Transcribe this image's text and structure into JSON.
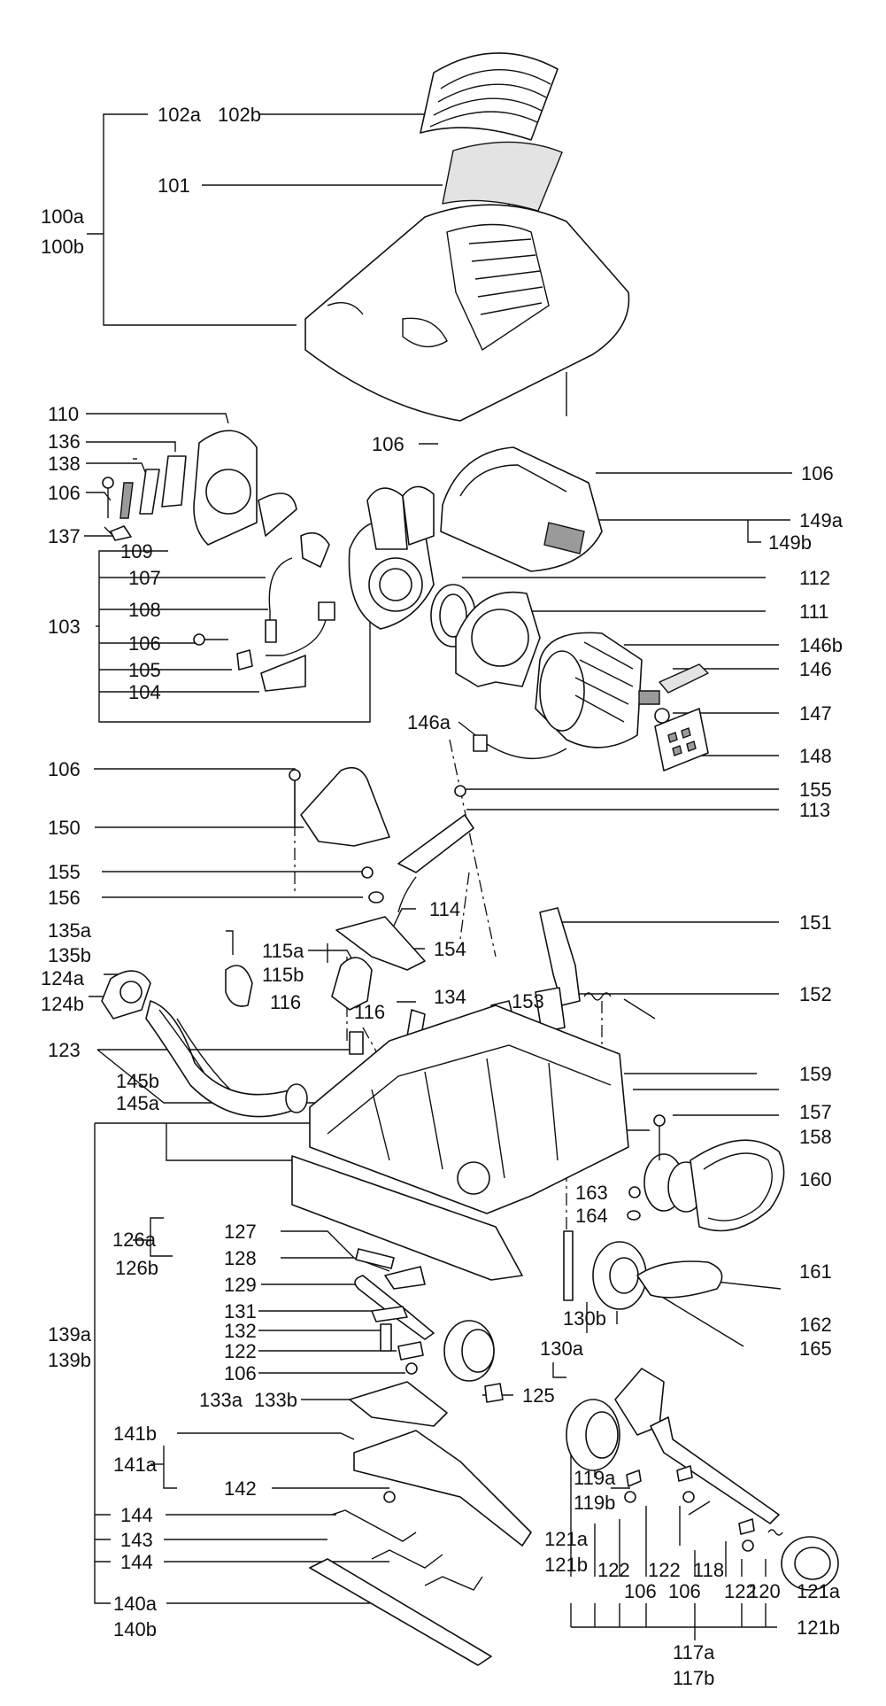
{
  "labels": {
    "l102a": "102a",
    "l102b": "102b",
    "l101": "101",
    "l100a": "100a",
    "l100b": "100b",
    "l110": "110",
    "l136": "136",
    "l138": "138",
    "l106a": "106",
    "l137": "137",
    "l109": "109",
    "l106b": "106",
    "l106c": "106",
    "l149a": "149a",
    "l149b": "149b",
    "l107": "107",
    "l108": "108",
    "l103": "103",
    "l106d": "106",
    "l105": "105",
    "l104": "104",
    "l112": "112",
    "l111": "111",
    "l146b": "146b",
    "l146": "146",
    "l146a": "146a",
    "l147": "147",
    "l148": "148",
    "l106e": "106",
    "l150": "150",
    "l155a": "155",
    "l113": "113",
    "l155b": "155",
    "l156": "156",
    "l114": "114",
    "l135a": "135a",
    "l135b": "135b",
    "l115a": "115a",
    "l115b": "115b",
    "l154": "154",
    "l151": "151",
    "l124a": "124a",
    "l124b": "124b",
    "l116a": "116",
    "l116b": "116",
    "l134": "134",
    "l153": "153",
    "l152": "152",
    "l123": "123",
    "l145b": "145b",
    "l145a": "145a",
    "l159": "159",
    "l157": "157",
    "l158": "158",
    "l160": "160",
    "l163": "163",
    "l164": "164",
    "l126a": "126a",
    "l126b": "126b",
    "l127": "127",
    "l128": "128",
    "l161": "161",
    "l129": "129",
    "l130b": "130b",
    "l162": "162",
    "l131": "131",
    "l132": "132",
    "l130a": "130a",
    "l165": "165",
    "l139a": "139a",
    "l139b": "139b",
    "l122a": "122",
    "l106f": "106",
    "l125": "125",
    "l133a": "133a",
    "l133b": "133b",
    "l141b": "141b",
    "l141a": "141a",
    "l142": "142",
    "l119a": "119a",
    "l119b": "119b",
    "l144a": "144",
    "l143": "143",
    "l144b": "144",
    "l121a": "121a",
    "l121b": "121b",
    "l122b": "122",
    "l122c": "122",
    "l118": "118",
    "l122d": "122",
    "l106g": "106",
    "l106h": "106",
    "l120": "120",
    "l121a2": "121a",
    "l121b2": "121b",
    "l140a": "140a",
    "l140b": "140b",
    "l117a": "117a",
    "l117b": "117b"
  }
}
